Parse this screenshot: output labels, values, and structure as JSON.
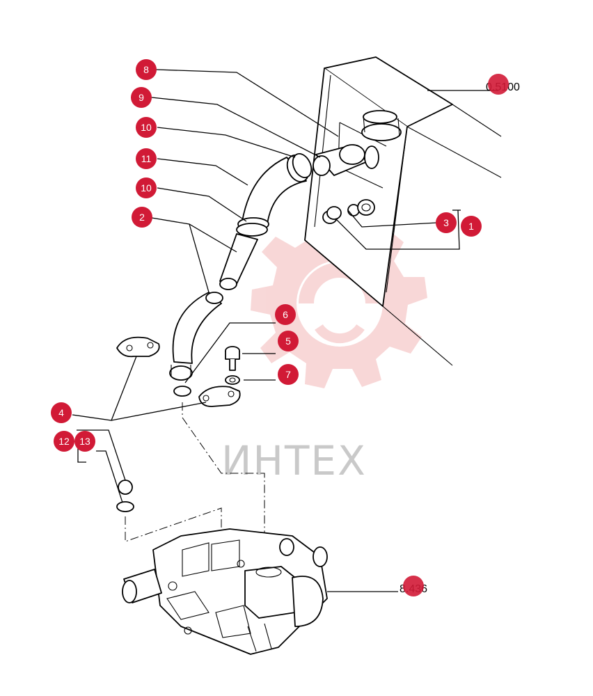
{
  "watermark": {
    "text": "ИНТЕХ"
  },
  "references": {
    "top": "0.5100",
    "bottom": "8.436"
  },
  "callouts": [
    {
      "id": "c8",
      "label": "8"
    },
    {
      "id": "c9",
      "label": "9"
    },
    {
      "id": "c10a",
      "label": "10"
    },
    {
      "id": "c11",
      "label": "11"
    },
    {
      "id": "c10b",
      "label": "10"
    },
    {
      "id": "c2",
      "label": "2"
    },
    {
      "id": "c3",
      "label": "3"
    },
    {
      "id": "c1",
      "label": "1"
    },
    {
      "id": "c6",
      "label": "6"
    },
    {
      "id": "c5",
      "label": "5"
    },
    {
      "id": "c7",
      "label": "7"
    },
    {
      "id": "c4",
      "label": "4"
    },
    {
      "id": "c12",
      "label": "12"
    },
    {
      "id": "c13",
      "label": "13"
    }
  ],
  "colors": {
    "callout": "#d11a36",
    "watermark": "#f4c5c5"
  }
}
